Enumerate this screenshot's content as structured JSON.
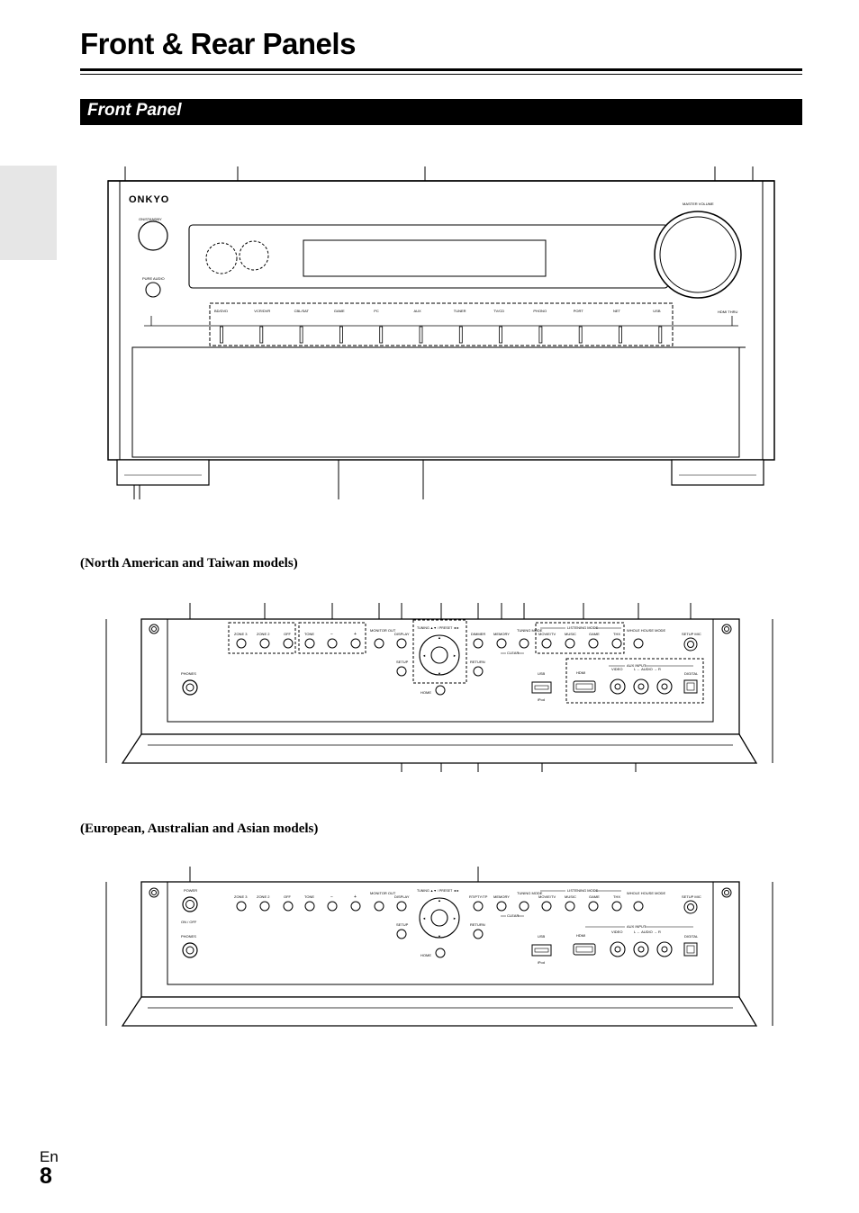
{
  "page": {
    "title": "Front & Rear Panels",
    "section": "Front Panel",
    "lang": "En",
    "number": "8"
  },
  "main_panel": {
    "brand": "ONKYO",
    "on_standby": "ON/STANDBY",
    "pure_audio": "PURE AUDIO",
    "master_volume": "MASTER VOLUME",
    "hdmi_thru": "HDMI THRU",
    "input_selectors": [
      "BD/DVD",
      "VCR/DVR",
      "CBL/SAT",
      "GAME",
      "PC",
      "AUX",
      "TUNER",
      "TV/CD",
      "PHONO",
      "PORT",
      "NET",
      "USB"
    ]
  },
  "models": {
    "north_american": "(North American and Taiwan models)",
    "european": "(European, Australian and Asian models)"
  },
  "sub_panel": {
    "phones": "PHONES",
    "power": "POWER",
    "on_off": "ON / OFF",
    "zone2": "ZONE 2",
    "zone3": "ZONE 3",
    "off": "OFF",
    "tone": "TONE",
    "minus": "−",
    "plus": "+",
    "monitor_out": "MONITOR OUT",
    "display": "DISPLAY",
    "setup": "SETUP",
    "home": "HOME",
    "tuning_preset": "TUNING ▲▼ / PRESET ◄►",
    "rt_pty_tp": "RT/PTY/TP",
    "dimmer": "DIMMER",
    "memory": "MEMORY",
    "tuning_mode": "TUNING MODE",
    "clear": "CLEAR",
    "return": "RETURN",
    "listening_mode": "LISTENING MODE",
    "movie_tv": "MOVIE/TV",
    "music": "MUSIC",
    "game": "GAME",
    "thx": "THX",
    "whole_house_mode": "WHOLE HOUSE MODE",
    "setup_mic": "SETUP MIC",
    "usb": "USB",
    "ipod": "iPod",
    "hdmi": "HDMI",
    "aux_input": "AUX INPUT",
    "video": "VIDEO",
    "audio_lr": "L ← AUDIO → R",
    "digital": "DIGITAL"
  }
}
